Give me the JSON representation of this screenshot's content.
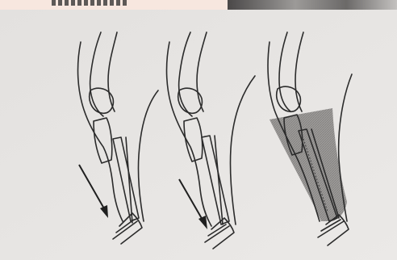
{
  "figure": {
    "panels": [
      {
        "id": "panel-1",
        "arrow": true,
        "shaded_region": false
      },
      {
        "id": "panel-2",
        "arrow": true,
        "shaded_region": false
      },
      {
        "id": "panel-3",
        "arrow": false,
        "shaded_region": true
      }
    ],
    "colors": {
      "board": "#e6e4e2",
      "line": "#2b2b2b",
      "shade": "#8c8a89",
      "top_strip": "#f7e7df"
    }
  }
}
